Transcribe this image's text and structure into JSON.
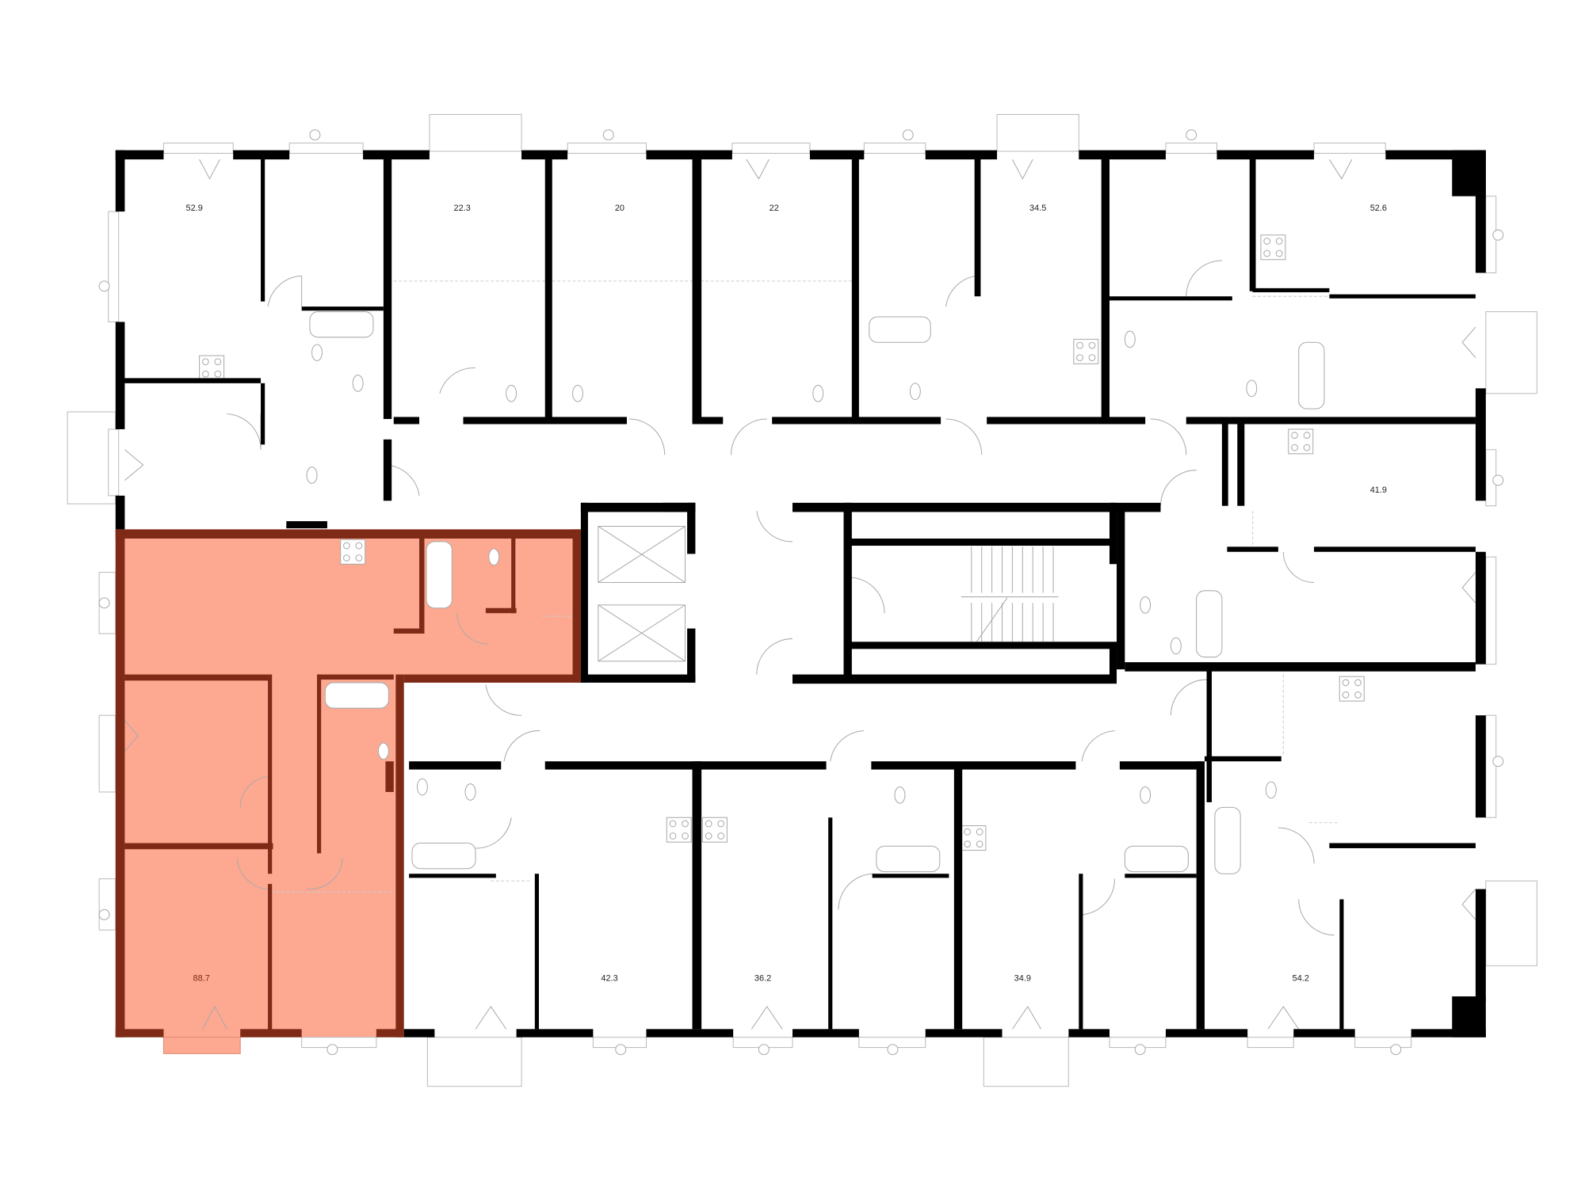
{
  "plan": {
    "highlight_fill": "#fda891",
    "highlight_wall": "#7e2a17",
    "wall_color": "#000000",
    "selected_apartment": "88.7",
    "apartments": [
      {
        "area": "52.9"
      },
      {
        "area": "22.3"
      },
      {
        "area": "20"
      },
      {
        "area": "22"
      },
      {
        "area": "34.5"
      },
      {
        "area": "52.6"
      },
      {
        "area": "41.9"
      },
      {
        "area": "88.7"
      },
      {
        "area": "42.3"
      },
      {
        "area": "36.2"
      },
      {
        "area": "34.9"
      },
      {
        "area": "54.2"
      }
    ]
  }
}
